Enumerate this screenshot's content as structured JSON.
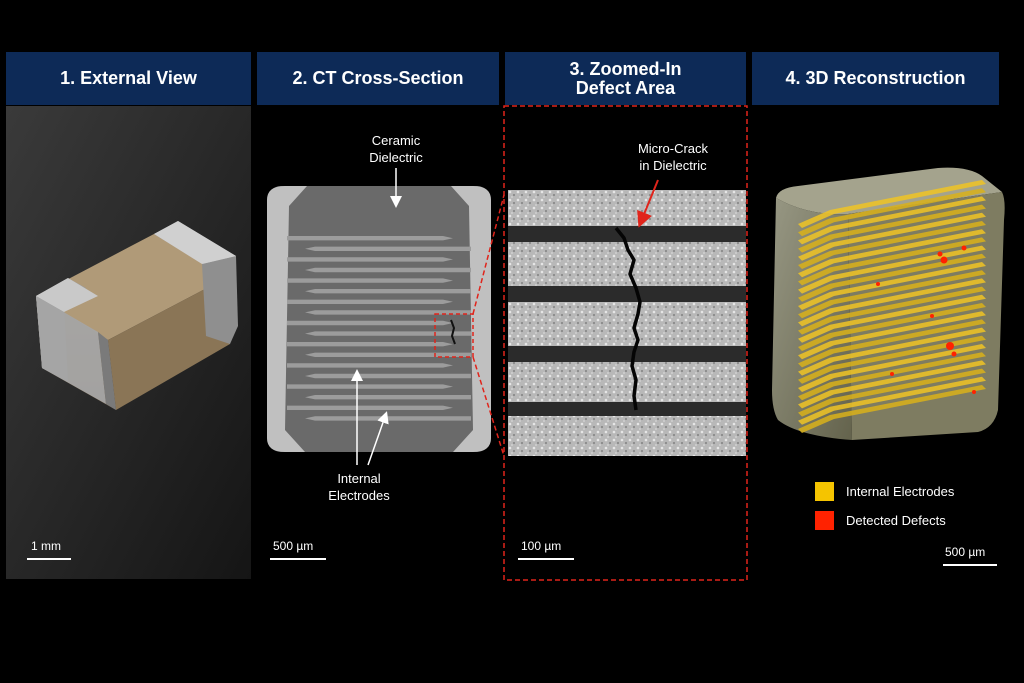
{
  "panels": [
    {
      "title": "1. External View"
    },
    {
      "title": "2. CT Cross-Section"
    },
    {
      "title_line1": "3. Zoomed-In",
      "title_line2": "Defect Area"
    },
    {
      "title": "4. 3D Reconstruction"
    }
  ],
  "annotations": {
    "ceramic_line1": "Ceramic",
    "ceramic_line2": "Dielectric",
    "electrodes_line1": "Internal",
    "electrodes_line2": "Electrodes",
    "crack_line1": "Micro-Crack",
    "crack_line2": "in Dielectric"
  },
  "scale_bars": {
    "external": "1 mm",
    "ct": "500 µm",
    "zoom": "100 µm",
    "recon": "500 µm"
  },
  "legend": [
    {
      "label": "Internal Electrodes",
      "color": "#f5c400"
    },
    {
      "label": "Detected Defects",
      "color": "#ff2200"
    }
  ],
  "colors": {
    "header_bg": "#0d2a57",
    "highlight": "#e0241b"
  }
}
